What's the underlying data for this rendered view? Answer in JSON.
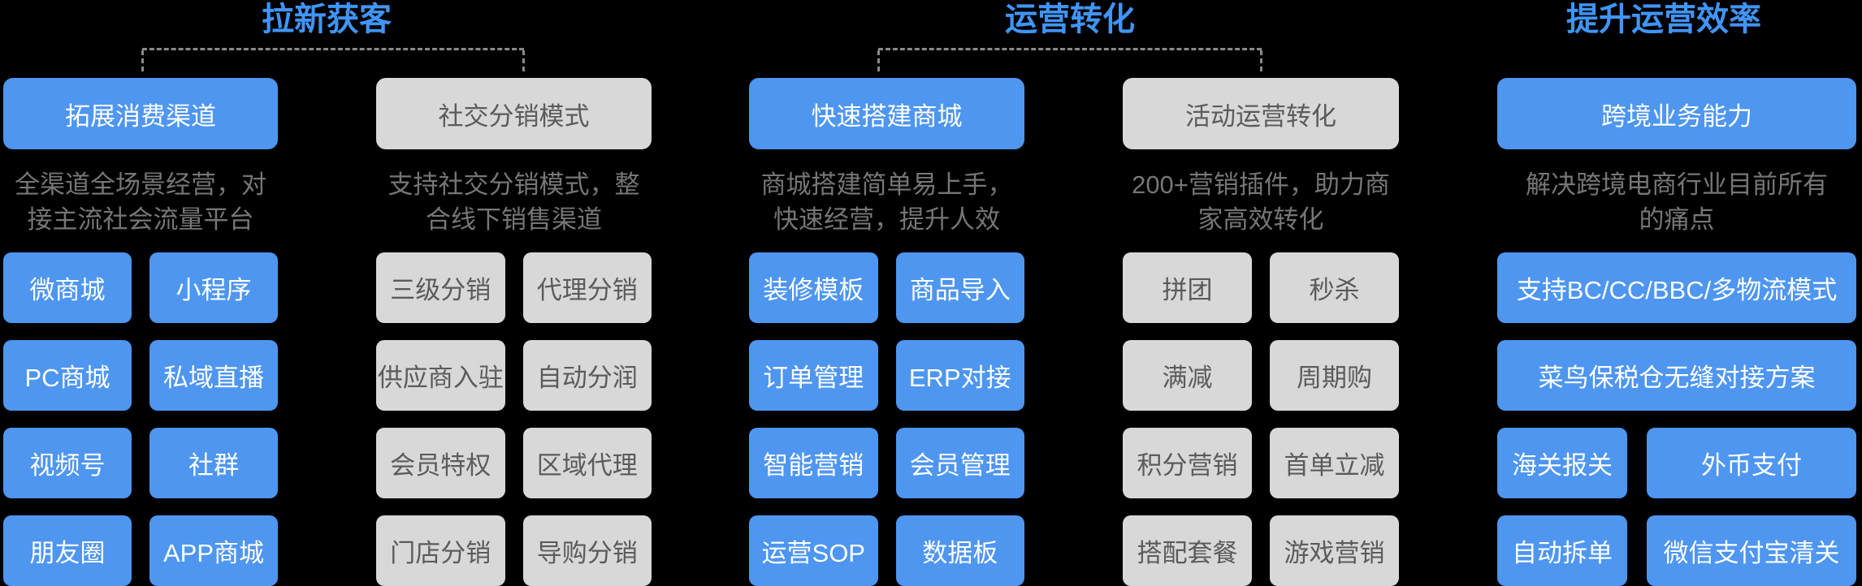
{
  "palette": {
    "bg": "#000000",
    "blue_box": "#4E96F0",
    "blue_title": "#4095F6",
    "gray_box": "#D8D8D8",
    "gray_text": "#5B5B5B",
    "desc_text": "#767676",
    "line_color": "#8A8A8A",
    "white_text": "#FFFFFF"
  },
  "sections": [
    {
      "title": "拉新获客",
      "columns": [
        {
          "header": "拓展消费渠道",
          "style": "blue",
          "description": "全渠道全场景经营，对接主流社会流量平台",
          "items": [
            "微商城",
            "小程序",
            "PC商城",
            "私域直播",
            "视频号",
            "社群",
            "朋友圈",
            "APP商城"
          ]
        },
        {
          "header": "社交分销模式",
          "style": "gray",
          "description": "支持社交分销模式，整合线下销售渠道",
          "items": [
            "三级分销",
            "代理分销",
            "供应商入驻",
            "自动分润",
            "会员特权",
            "区域代理",
            "门店分销",
            "导购分销"
          ]
        }
      ]
    },
    {
      "title": "运营转化",
      "columns": [
        {
          "header": "快速搭建商城",
          "style": "blue",
          "description": "商城搭建简单易上手，快速经营，提升人效",
          "items": [
            "装修模板",
            "商品导入",
            "订单管理",
            "ERP对接",
            "智能营销",
            "会员管理",
            "运营SOP",
            "数据板"
          ]
        },
        {
          "header": "活动运营转化",
          "style": "gray",
          "description": "200+营销插件，助力商家高效转化",
          "items": [
            "拼团",
            "秒杀",
            "满减",
            "周期购",
            "积分营销",
            "首单立减",
            "搭配套餐",
            "游戏营销"
          ]
        }
      ]
    },
    {
      "title": "提升运营效率",
      "columns": [
        {
          "header": "跨境业务能力",
          "style": "blue",
          "description": "解决跨境电商行业目前所有的痛点",
          "items": [
            "支持BC/CC/BBC/多物流模式",
            "菜鸟保税仓无缝对接方案",
            "海关报关",
            "外币支付",
            "自动拆单",
            "微信支付宝清关"
          ]
        }
      ]
    }
  ]
}
